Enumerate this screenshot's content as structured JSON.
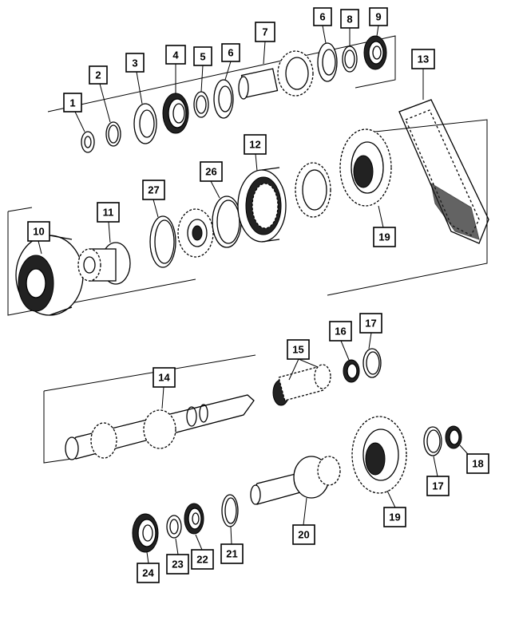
{
  "diagram": {
    "callouts": [
      {
        "id": "c1",
        "label": "1"
      },
      {
        "id": "c2",
        "label": "2"
      },
      {
        "id": "c3",
        "label": "3"
      },
      {
        "id": "c4",
        "label": "4"
      },
      {
        "id": "c5",
        "label": "5"
      },
      {
        "id": "c6a",
        "label": "6"
      },
      {
        "id": "c6b",
        "label": "6"
      },
      {
        "id": "c7",
        "label": "7"
      },
      {
        "id": "c8",
        "label": "8"
      },
      {
        "id": "c9",
        "label": "9"
      },
      {
        "id": "c10",
        "label": "10"
      },
      {
        "id": "c11",
        "label": "11"
      },
      {
        "id": "c12",
        "label": "12"
      },
      {
        "id": "c13",
        "label": "13"
      },
      {
        "id": "c14",
        "label": "14"
      },
      {
        "id": "c15",
        "label": "15"
      },
      {
        "id": "c16",
        "label": "16"
      },
      {
        "id": "c17a",
        "label": "17"
      },
      {
        "id": "c17b",
        "label": "17"
      },
      {
        "id": "c18",
        "label": "18"
      },
      {
        "id": "c19a",
        "label": "19"
      },
      {
        "id": "c19b",
        "label": "19"
      },
      {
        "id": "c20",
        "label": "20"
      },
      {
        "id": "c21",
        "label": "21"
      },
      {
        "id": "c22",
        "label": "22"
      },
      {
        "id": "c23",
        "label": "23"
      },
      {
        "id": "c24",
        "label": "24"
      },
      {
        "id": "c26",
        "label": "26"
      },
      {
        "id": "c27",
        "label": "27"
      }
    ]
  }
}
